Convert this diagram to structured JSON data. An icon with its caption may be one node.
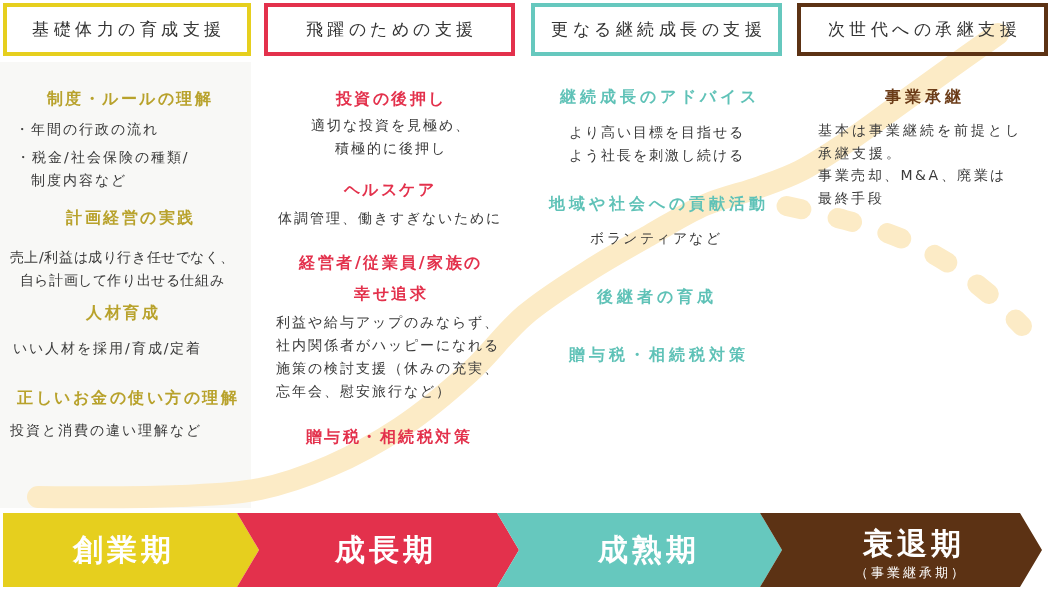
{
  "diagram": {
    "nodes": [
      {
        "text": [
          "基礎体力の育成支援"
        ]
      },
      {
        "text": [
          "飛躍のための支援"
        ]
      },
      {
        "text": [
          "更なる継続成長の支援"
        ]
      },
      {
        "text": [
          "次世代への承継支援"
        ]
      },
      {
        "text": [
          "制度・ルールの理解",
          "・年間の行政の流れ",
          "・税金/社会保険の種類/制度内容など",
          "計画経営の実践",
          "売上/利益は成り行き任せでなく、自ら計画して作り出せる仕組み",
          "人材育成",
          "いい人材を採用/育成/定着",
          "正しいお金の使い方の理解",
          "投資と消費の違い理解など"
        ]
      },
      {
        "text": [
          "創業期"
        ]
      },
      {
        "text": [
          "成長期"
        ]
      },
      {
        "text": [
          "成熟期"
        ]
      },
      {
        "text": [
          "衰退期",
          "（事業継承期）"
        ]
      }
    ],
    "labels": [
      "投資の後押し",
      "適切な投資を見極め、積極的に後押し",
      "ヘルスケア",
      "体調管理、働きすぎないために",
      "経営者/従業員/家族の幸せ追求",
      "利益や給与アップのみならず、社内関係者がハッピーになれる施策の検討支援（休みの充実、忘年会、慰安旅行など）",
      "贈与税・相続税対策",
      "継続成長のアドバイス",
      "より高い目標を目指せるよう社長を刺激し続ける",
      "地域や社会への貢献活動",
      "ボランティアなど",
      "後継者の育成",
      "贈与税・相続税対策",
      "事業承継",
      "基本は事業継続を前提とし承継支援。",
      "事業売却、M&A、廃業は最終手段"
    ]
  }
}
